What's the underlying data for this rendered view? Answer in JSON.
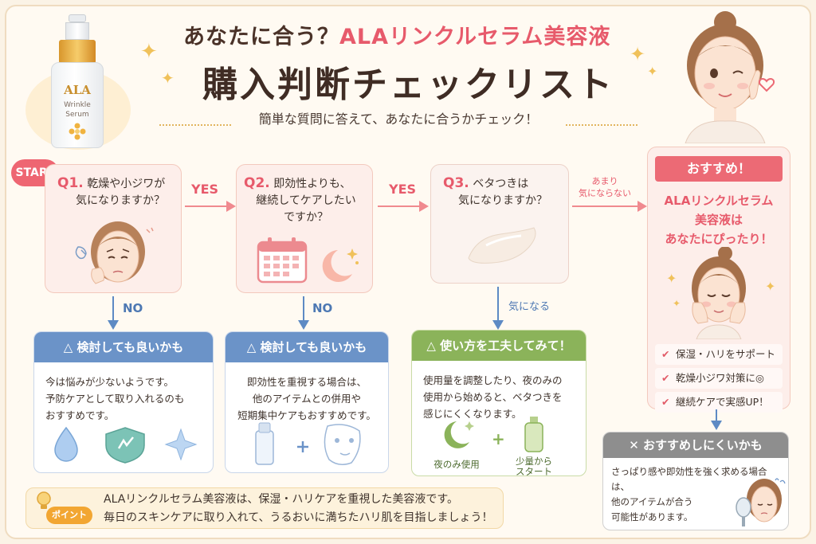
{
  "header": {
    "title_line1_prefix": "あなたに合う？",
    "title_line1_accent": "ALAリンクルセラム美容液",
    "title_line2": "購入判断チェックリスト",
    "subtitle": "簡単な質問に答えて、あなたに合うかチェック！"
  },
  "bottle": {
    "brand": "ALA",
    "name_line1": "Wrinkle",
    "name_line2": "Serum"
  },
  "start_label": "START",
  "questions": [
    {
      "num": "Q1.",
      "line1": "乾燥や小ジワが",
      "line2": "気になりますか？"
    },
    {
      "num": "Q2.",
      "line1": "即効性よりも、",
      "line2": "継続してケアしたい",
      "line3": "ですか？"
    },
    {
      "num": "Q3.",
      "line1": "ベタつきは",
      "line2": "気になりますか？"
    }
  ],
  "arrows": {
    "yes1": "YES",
    "yes2": "YES",
    "q3_no_line1": "あまり",
    "q3_no_line2": "気にならない",
    "no1": "NO",
    "no2": "NO",
    "q3_yes": "気になる"
  },
  "results": [
    {
      "title": "検討しても良いかも",
      "lines": [
        "今は悩みが少ないようです。",
        "予防ケアとして取り入れるのも",
        "おすすめです。"
      ]
    },
    {
      "title": "検討しても良いかも",
      "lines": [
        "即効性を重視する場合は、",
        "他のアイテムとの併用や",
        "短期集中ケアもおすすめです。"
      ]
    },
    {
      "title": "使い方を工夫してみて！",
      "lines": [
        "使用量を調整したり、夜のみの",
        "使用から始めると、ベタつきを",
        "感じにくくなります。"
      ],
      "icon1_caption": "夜のみ使用",
      "icon2_caption_line1": "少量から",
      "icon2_caption_line2": "スタート"
    }
  ],
  "recommend": {
    "ribbon": "おすすめ！",
    "line1": "ALAリンクルセラム",
    "line2": "美容液は",
    "line3": "あなたにぴったり！",
    "checks": [
      "保湿・ハリをサポート",
      "乾燥小ジワ対策に◎",
      "継続ケアで実感UP！"
    ]
  },
  "not_recommend": {
    "title": "おすすめしにくいかも",
    "lines": [
      "さっぱり感や即効性を強く求める場合は、",
      "他のアイテムが合う",
      "可能性があります。"
    ]
  },
  "point": {
    "badge": "ポイント",
    "line1": "ALAリンクルセラム美容液は、保湿・ハリケアを重視した美容液です。",
    "line2": "毎日のスキンケアに取り入れて、うるおいに満ちたハリ肌を目指しましょう！"
  },
  "colors": {
    "accent": "#e75a6b",
    "blue": "#6b93c8",
    "green": "#8bb35a",
    "gray": "#8e8e8e",
    "gold": "#f2a632"
  }
}
